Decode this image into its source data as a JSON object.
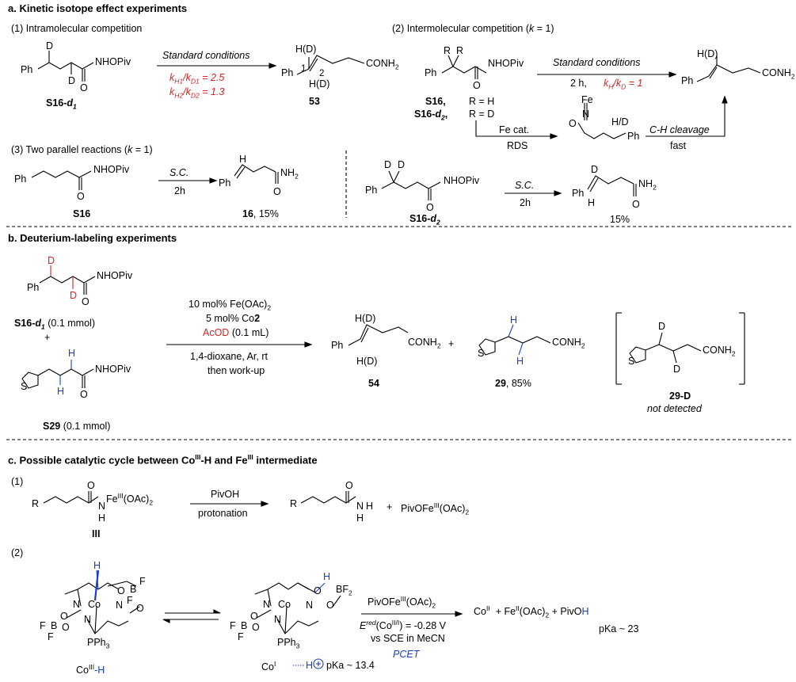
{
  "sectionA": {
    "heading": "a. Kinetic isotope effect experiments",
    "p1": {
      "title": "(1) Intramolecular competition",
      "sub_d1": "D",
      "sub_d2": "D",
      "sub_ph": "Ph",
      "sub_nhopiv": "NHOPiv",
      "sub_o": "O",
      "sub_name": "S16-",
      "cond": "Standard conditions",
      "kie1": "kₕ₁/kᴅ₁ = 2.5",
      "kie1_a": "k",
      "kie1_b": "H1",
      "kie1_c": "/k",
      "kie1_d": "D1",
      "kie1_e": " = 2.5",
      "kie2_a": "k",
      "kie2_b": "H2",
      "kie2_c": "/k",
      "kie2_d": "D2",
      "kie2_e": " = 1.3",
      "prod_hd1": "H(D)",
      "prod_hd2": "H(D)",
      "prod_ph": "Ph",
      "prod_1": "1",
      "prod_2": "2",
      "prod_conh2": "CONH",
      "prod_name": "53"
    },
    "p2": {
      "title": "(2) Intermolecular competition (",
      "k": "k",
      "k_eq": " = 1)",
      "r1": "R",
      "r2": "R",
      "ph": "Ph",
      "nhopiv": "NHOPiv",
      "o": "O",
      "name1": "S16",
      "name2": "S16-",
      "rH": "R = H",
      "rD": "R = D",
      "cond": "Standard conditions",
      "time": "2 h,",
      "kie": "k",
      "prod_hd": "H(D)",
      "prod_ph": "Ph",
      "prod_conh2": "CONH",
      "fe": "Fe",
      "n": "N",
      "o2": "O",
      "hd": "H/D",
      "ph2": "Ph",
      "fecat": "Fe cat.",
      "rds": "RDS",
      "ch": "C-H cleavage",
      "fast": "fast"
    },
    "p3": {
      "title": "(3) Two parallel reactions (",
      "k": "k",
      "k_eq": " = 1)",
      "ph": "Ph",
      "nhopiv": "NHOPiv",
      "o": "O",
      "name": "S16",
      "sc": "S.C.",
      "time": "2h",
      "h": "H",
      "ph2": "Ph",
      "o2": "O",
      "nh2": "NH",
      "yield_name": "16",
      "yield": ", 15%",
      "d1": "D",
      "d2": "D",
      "ph3": "Ph",
      "nhopiv2": "NHOPiv",
      "o3": "O",
      "name2": "S16-",
      "sc2": "S.C.",
      "time2": "2h",
      "dd": "D",
      "ph4": "Ph",
      "hh": "H",
      "o4": "O",
      "nh2b": "NH",
      "yield2": "15%"
    }
  },
  "sectionB": {
    "heading": "b. Deuterium-labeling experiments",
    "d1": "D",
    "d2": "D",
    "ph": "Ph",
    "nhopiv": "NHOPiv",
    "o": "O",
    "name1": "S16-",
    "amt1": " (0.1 mmol)",
    "plus": "+",
    "h1": "H",
    "h2": "H",
    "nhopiv2": "NHOPiv",
    "o2": "O",
    "s1": "S",
    "name2": "S29",
    "amt2": " (0.1 mmol)",
    "c1": "10 mol% Fe(OAc)",
    "c2a": "5 mol% Co",
    "c2b": "2",
    "c3a": "AcOD",
    "c3b": " (0.1 mL)",
    "c4": "1,4-dioxane, Ar, rt",
    "c5": "then work-up",
    "p1_hd1": "H(D)",
    "p1_hd2": "H(D)",
    "p1_ph": "Ph",
    "p1_conh2": "CONH",
    "p1_name": "54",
    "plus2": "+",
    "p2_h1": "H",
    "p2_h2": "H",
    "p2_s": "S",
    "p2_conh2": "CONH",
    "p2_name": "29",
    "p2_yield": ", 85%",
    "p3_d1": "D",
    "p3_d2": "D",
    "p3_s": "S",
    "p3_conh2": "CONH",
    "p3_name": "29-D",
    "p3_nd": "not detected"
  },
  "sectionC": {
    "heading_a": "c. Possible catalytic cycle between Co",
    "heading_b": "III",
    "heading_c": "-H and Fe",
    "heading_d": "III",
    "heading_e": " intermediate",
    "s1": "(1)",
    "r": "R",
    "o": "O",
    "n": "N",
    "h": "H",
    "fe_a": "Fe",
    "fe_b": "III",
    "fe_c": "(OAc)",
    "name3": "III",
    "pivoh": "PivOH",
    "prot": "protonation",
    "r2": "R",
    "o2": "O",
    "n2": "N",
    "h2a": "H",
    "h2b": "H",
    "plus": "+",
    "pivofe_a": "PivOFe",
    "pivofe_b": "III",
    "pivofe_c": "(OAc)",
    "s2": "(2)",
    "co1_a": "Co",
    "co1_b": "III",
    "co1_c": "-H",
    "co2_a": "Co",
    "co2_b": "I",
    "co2_c": "H",
    "co2_pka": "pKa ~ 13.4",
    "arrow_a": "PivOFe",
    "arrow_b": "III",
    "arrow_c": "(OAc)",
    "ered_a": "E",
    "ered_b": "red",
    "ered_c": "(Co",
    "ered_d": "II/I",
    "ered_e": ") = -0.28 V",
    "vs": "vs SCE in MeCN",
    "pcet": "PCET",
    "prod_co": "Co",
    "prod_co_s": "II",
    "prod_fe": "Fe",
    "prod_fe_s": "II",
    "prod_fe_c": "(OAc)",
    "prod_piv": "PivO",
    "prod_h": "H",
    "prod_pka": "pKa ~ 23",
    "cx_o": "O",
    "cx_b": "B",
    "cx_f": "F",
    "cx_n": "N",
    "cx_pph3": "PPh",
    "cx_bf2": "BF"
  }
}
